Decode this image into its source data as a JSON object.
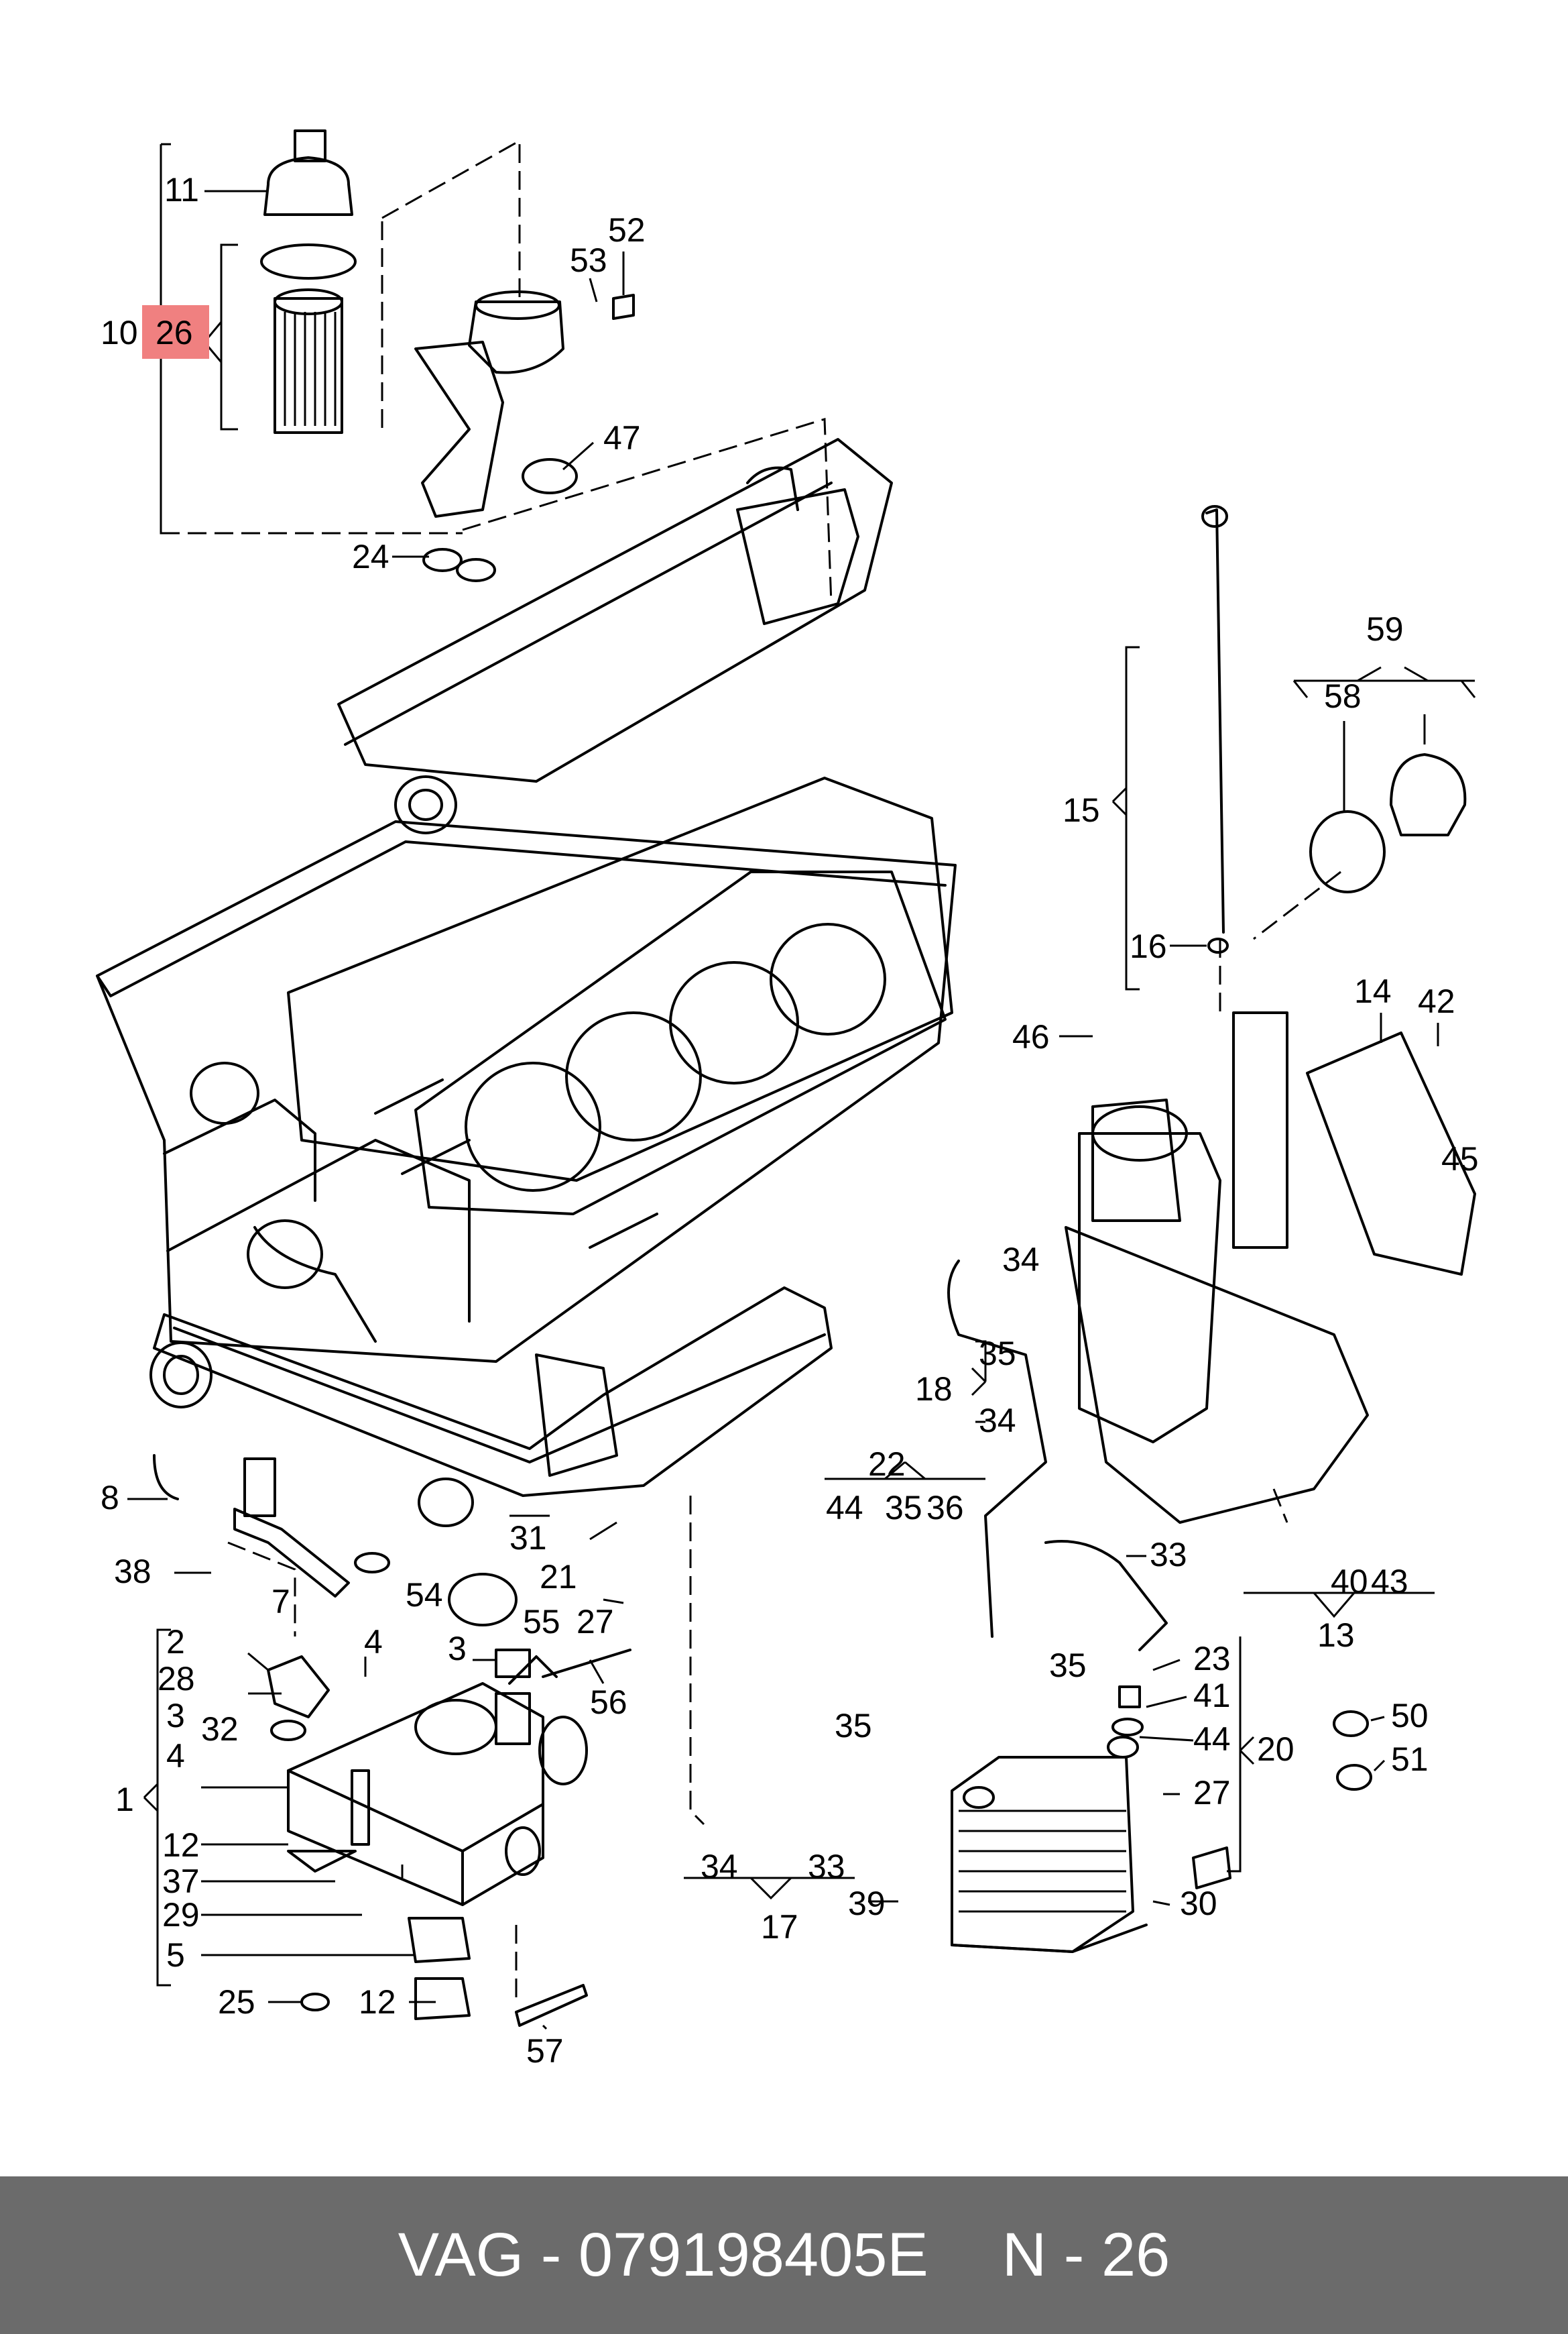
{
  "labels": {
    "l1": "1",
    "l2": "2",
    "l3a": "3",
    "l3b": "3",
    "l4a": "4",
    "l4b": "4",
    "l5": "5",
    "l7": "7",
    "l8": "8",
    "l10": "10",
    "l11": "11",
    "l12a": "12",
    "l12b": "12",
    "l13": "13",
    "l14": "14",
    "l15": "15",
    "l16": "16",
    "l17": "17",
    "l18": "18",
    "l20": "20",
    "l21": "21",
    "l22": "22",
    "l23": "23",
    "l24": "24",
    "l25": "25",
    "l26": "26",
    "l27a": "27",
    "l27b": "27",
    "l28": "28",
    "l29": "29",
    "l30": "30",
    "l31": "31",
    "l32": "32",
    "l33a": "33",
    "l33b": "33",
    "l34a": "34",
    "l34b": "34",
    "l34c": "34",
    "l35a": "35",
    "l35b": "35",
    "l35c": "35",
    "l35d": "35",
    "l36": "36",
    "l37": "37",
    "l38": "38",
    "l39": "39",
    "l40": "40",
    "l41": "41",
    "l42": "42",
    "l43": "43",
    "l44a": "44",
    "l44b": "44",
    "l45": "45",
    "l46": "46",
    "l47": "47",
    "l50": "50",
    "l51": "51",
    "l52": "52",
    "l53": "53",
    "l54": "54",
    "l55": "55",
    "l56": "56",
    "l57": "57",
    "l58": "58",
    "l59": "59"
  },
  "highlight": {
    "label": "26",
    "color": "#f08080"
  },
  "footer": {
    "brand_code": "VAG - 079198405E",
    "page_ref": "N - 26",
    "background": "#6b6b6b",
    "text_color": "#ffffff"
  }
}
